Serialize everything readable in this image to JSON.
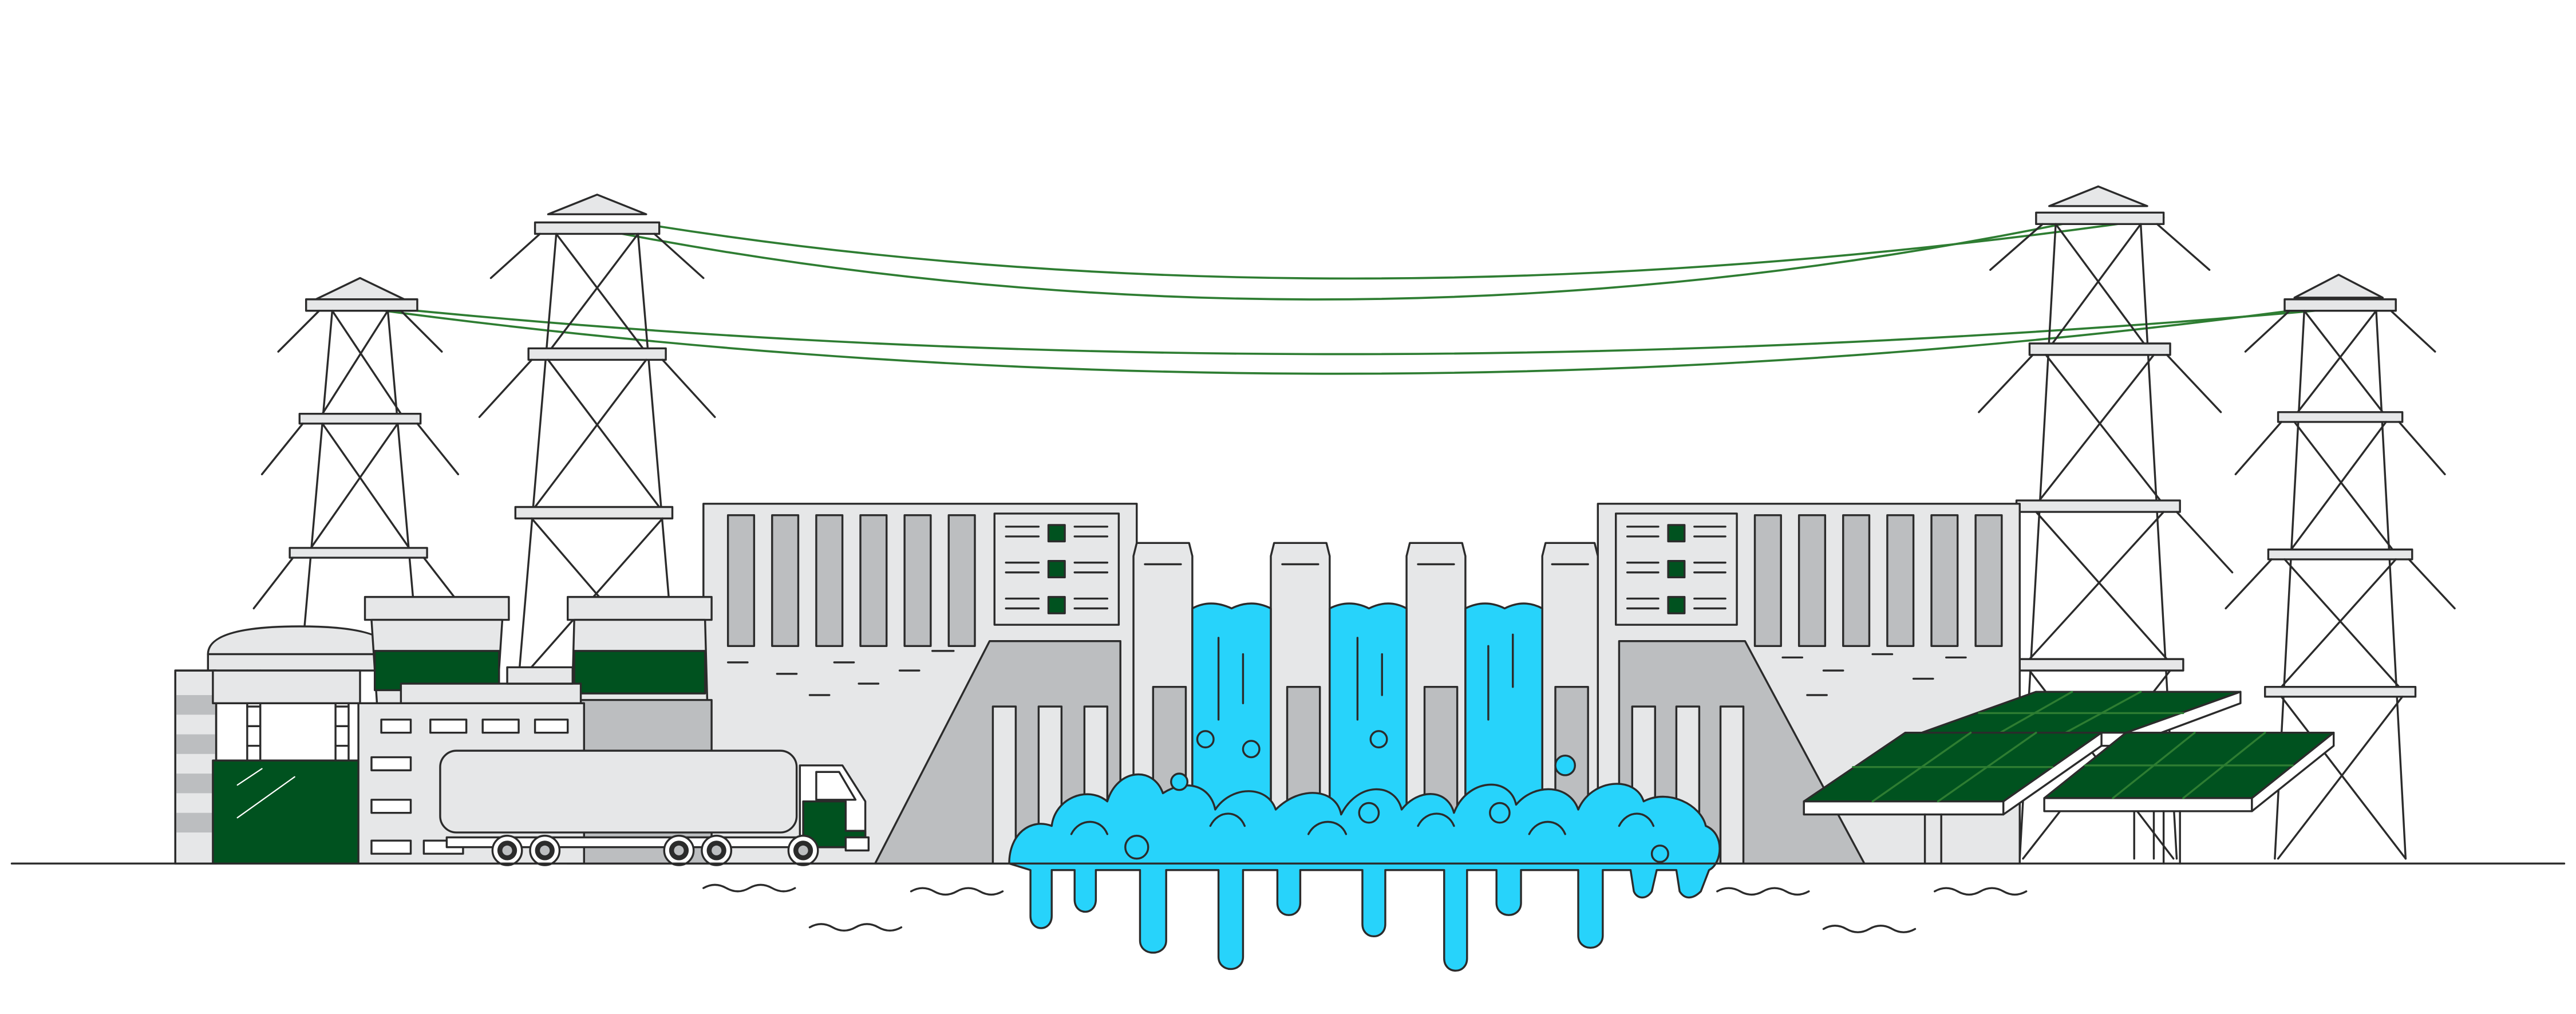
{
  "scene": {
    "kind": "energy-infrastructure-illustration",
    "elements": [
      "transmission-towers",
      "power-lines",
      "industrial-plant",
      "cooling-towers",
      "tanker-truck",
      "hydroelectric-dam",
      "waterfall-spillways",
      "solar-panels",
      "ground-line",
      "water-ripples"
    ]
  },
  "colors": {
    "outline": "#2b2b2b",
    "green": "#00521f",
    "wire": "#2e7d32",
    "light_gray": "#e6e7e8",
    "mid_gray": "#bcbec0",
    "water": "#27d3fb",
    "white": "#ffffff"
  }
}
